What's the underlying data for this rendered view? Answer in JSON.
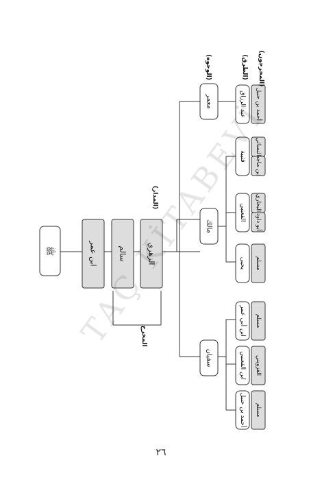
{
  "page_number": "٢٦",
  "watermark": "TAÇ KİTABEVİ",
  "colors": {
    "shaded": "#dddddd",
    "plain": "#ffffff",
    "line": "#333333"
  },
  "labels": {
    "madar": "(المدار)",
    "wujuh": "(الوجوه)",
    "turuq": "(الطرق)",
    "mukharrijun": "(المخرجون)",
    "makhraj": "المخرج"
  },
  "nodes": {
    "prophet": "ﷺ",
    "ibn_umar": "ابن عمر",
    "salim": "سالم",
    "zuhri": "الزهري",
    "mamar": "معمر",
    "malik": "مالك",
    "sufyan": "سفيان",
    "abd_al_razzaq": "عبد الرزاق",
    "qutayba": "قتيبة",
    "qanabi": "القعنبي",
    "yahya": "يحيى",
    "ibn_abi_umar": "ابن أبي عمر",
    "ibn_al_qanabi": "ابن القعنبي",
    "ahmad_b_hanbal_s": "أحمد بن حنبل",
    "ahmad_b_hanbal": "أحمد بن حنبل",
    "nasai": "النسائي",
    "ibn_majah": "ابن ماجه",
    "bukhari": "البخاري",
    "abu_dawud": "أبو داود",
    "muslim_malik": "مسلم",
    "muslim_1": "مسلم",
    "qazwini": "القزويني",
    "muslim_2": "مسلم"
  }
}
